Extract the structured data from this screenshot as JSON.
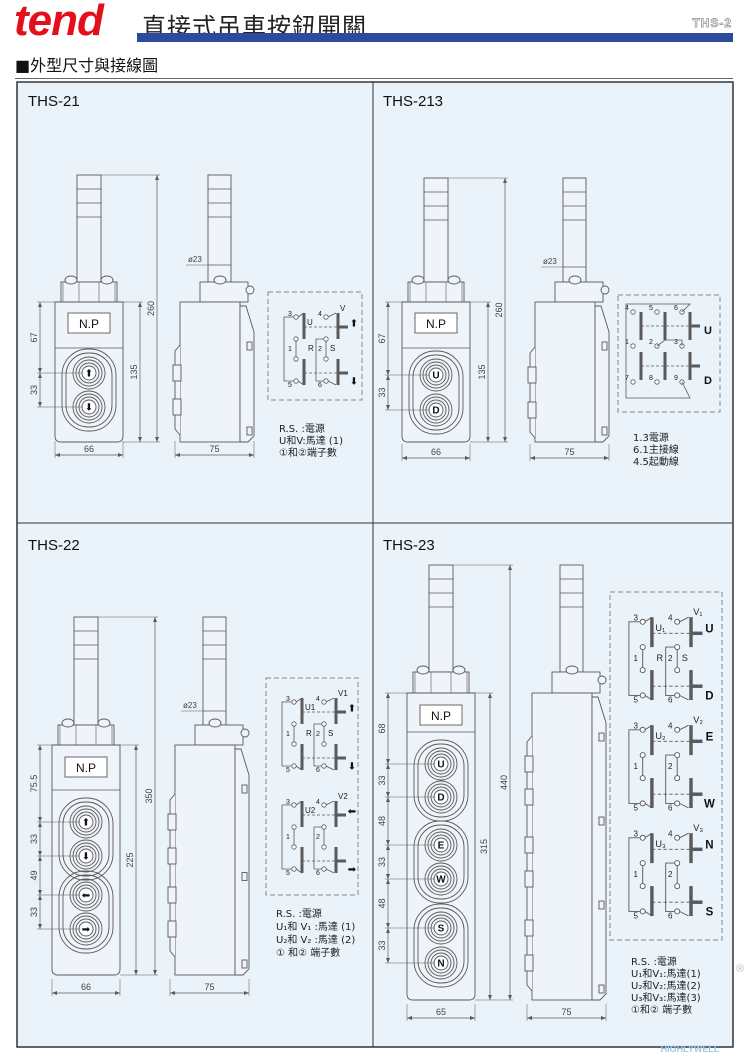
{
  "header": {
    "brand": "tend",
    "title": "直接式吊車按鈕開關",
    "code": "THS-2",
    "section": "■外型尺寸與接線圖"
  },
  "colors": {
    "brand": "#e3101b",
    "bar": "#2d4b9b",
    "panel": "#eaf3fa",
    "line": "#5a5a5a"
  },
  "panels": [
    {
      "id": "ths21",
      "title": "THS-21",
      "np": "N.P",
      "buttons": [
        "arrow-up",
        "arrow-down"
      ],
      "dims": {
        "total": "260",
        "body": "135",
        "top": "67",
        "pitches": [
          "33"
        ],
        "width": "66",
        "side_width": "75",
        "cable": "ø23"
      }
    },
    {
      "id": "ths213",
      "title": "THS-213",
      "np": "N.P",
      "buttons": [
        "U",
        "D"
      ],
      "dims": {
        "total": "260",
        "body": "135",
        "top": "67",
        "pitches": [
          "33"
        ],
        "width": "66",
        "side_width": "75",
        "cable": "ø23"
      }
    },
    {
      "id": "ths22",
      "title": "THS-22",
      "np": "N.P",
      "buttons": [
        "arrow-up",
        "arrow-down",
        "arrow-left",
        "arrow-right"
      ],
      "dims": {
        "total": "350",
        "body": "225",
        "top": "75.5",
        "pitches": [
          "33",
          "49",
          "33"
        ],
        "width": "66",
        "side_width": "75",
        "cable": "ø23"
      }
    },
    {
      "id": "ths23",
      "title": "THS-23",
      "np": "N.P",
      "buttons": [
        "U",
        "D",
        "E",
        "W",
        "S",
        "N"
      ],
      "dims": {
        "total": "440",
        "body": "315",
        "top": "68",
        "pitches": [
          "33",
          "48",
          "33",
          "48",
          "33"
        ],
        "width": "65",
        "side_width": "75"
      }
    }
  ],
  "wiring": {
    "ths21": {
      "modules": [
        {
          "t": [
            "3",
            "4",
            "1",
            "2",
            "5",
            "6"
          ],
          "l": [
            "U",
            "R",
            "V",
            "S"
          ],
          "b": [
            "arrow-up",
            "arrow-down"
          ]
        }
      ],
      "legend": [
        "R.S. :電源",
        "U和V:馬達 (1)",
        "①和②端子數"
      ]
    },
    "ths213": {
      "t": [
        "4",
        "5",
        "6",
        "1",
        "2",
        "3",
        "7",
        "8",
        "9"
      ],
      "b": [
        "U",
        "D"
      ],
      "legend": [
        "1.3電源",
        "6.1主接線",
        "4.5起動線"
      ]
    },
    "ths22": {
      "modules": [
        {
          "t": [
            "3",
            "4",
            "1",
            "2",
            "5",
            "6"
          ],
          "l": [
            "U1",
            "R",
            "V1",
            "S"
          ],
          "b": [
            "arrow-up",
            "arrow-down"
          ]
        },
        {
          "t": [
            "3",
            "4",
            "1",
            "2",
            "5",
            "6"
          ],
          "l": [
            "U2",
            "",
            "V2",
            ""
          ],
          "b": [
            "arrow-left",
            "arrow-right"
          ]
        }
      ],
      "legend": [
        "R.S.  :電源",
        "U₁和 V₁ :馬達 (1)",
        "U₂和 V₂ :馬達 (2)",
        "① 和② 端子數"
      ]
    },
    "ths23": {
      "modules": [
        {
          "t": [
            "3",
            "4",
            "1",
            "2",
            "5",
            "6"
          ],
          "l": [
            "U₁",
            "R",
            "V₁",
            "S"
          ],
          "b": [
            "U",
            "D"
          ]
        },
        {
          "t": [
            "3",
            "4",
            "1",
            "2",
            "5",
            "6"
          ],
          "l": [
            "U₂",
            "",
            "V₂",
            ""
          ],
          "b": [
            "E",
            "W"
          ]
        },
        {
          "t": [
            "3",
            "4",
            "1",
            "2",
            "5",
            "6"
          ],
          "l": [
            "U₃",
            "",
            "V₃",
            ""
          ],
          "b": [
            "N",
            "S"
          ]
        }
      ],
      "legend": [
        "R.S. :電源",
        "U₁和V₁:馬達(1)",
        "U₂和V₂:馬達(2)",
        "U₃和V₃:馬達(3)",
        "①和② 端子數"
      ]
    }
  },
  "watermark": {
    "text": "HIGHLYWELL",
    "mark": "®"
  }
}
